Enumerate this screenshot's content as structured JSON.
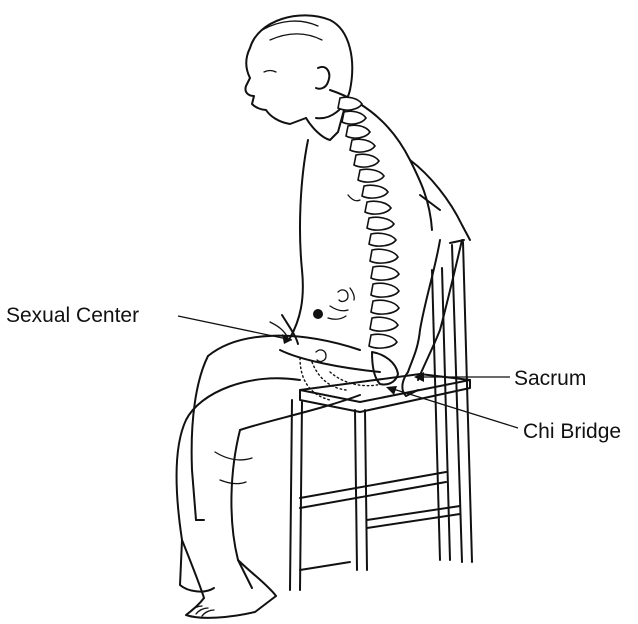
{
  "labels": {
    "sexual_center": "Sexual Center",
    "sacrum": "Sacrum",
    "chi_bridge": "Chi Bridge"
  },
  "colors": {
    "ink": "#111111",
    "background": "#ffffff"
  }
}
